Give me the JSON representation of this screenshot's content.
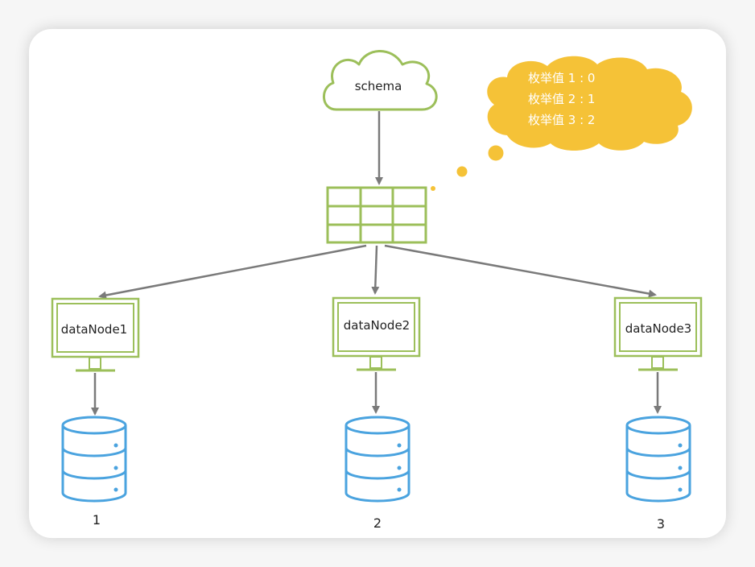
{
  "colors": {
    "green": "#9cbf5a",
    "blue": "#4aa3df",
    "yellow": "#f5c237",
    "arrow": "#7a7a7a"
  },
  "schema": {
    "label": "schema",
    "icon": "cloud-icon"
  },
  "table": {
    "icon": "table-grid-icon"
  },
  "bubble": {
    "icon": "thought-bubble-icon",
    "lines": [
      "枚举值 1 : 0",
      "枚举值 2 : 1",
      "枚举值 3 : 2"
    ]
  },
  "nodes": [
    {
      "label": "dataNode1",
      "db_label": "1",
      "icon": "monitor-icon",
      "db_icon": "database-icon"
    },
    {
      "label": "dataNode2",
      "db_label": "2",
      "icon": "monitor-icon",
      "db_icon": "database-icon"
    },
    {
      "label": "dataNode3",
      "db_label": "3",
      "icon": "monitor-icon",
      "db_icon": "database-icon"
    }
  ]
}
